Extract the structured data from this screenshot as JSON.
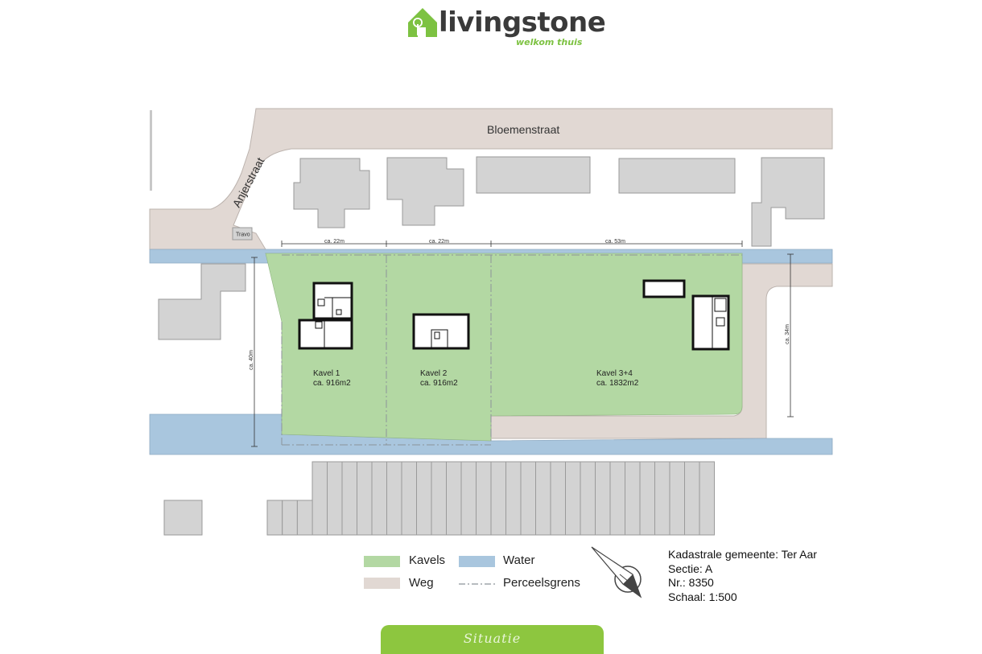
{
  "brand": {
    "name": "livingstone",
    "tagline": "welkom thuis",
    "color": "#7dc242"
  },
  "map": {
    "streets": {
      "north": "Bloemenstraat",
      "west": "Anjerstraat"
    },
    "travo_label": "Travo",
    "dimensions": {
      "kavel1_width": "ca. 22m",
      "kavel2_width": "ca. 22m",
      "kavel34_width": "ca. 53m",
      "depth_left": "ca. 40m",
      "depth_right": "ca. 34m"
    },
    "plots": [
      {
        "name": "Kavel 1",
        "area": "ca. 916m2"
      },
      {
        "name": "Kavel 2",
        "area": "ca. 916m2"
      },
      {
        "name": "Kavel 3+4",
        "area": "ca. 1832m2"
      }
    ],
    "colors": {
      "kavels": "#b3d8a3",
      "water": "#a9c6de",
      "weg": "#e1d8d3",
      "building": "#d3d3d3"
    }
  },
  "legend": {
    "kavels": "Kavels",
    "water": "Water",
    "weg": "Weg",
    "perceelsgrens": "Perceelsgrens"
  },
  "cadastral": {
    "municipality": "Kadastrale gemeente: Ter Aar",
    "section": "Sectie: A",
    "number": "Nr.: 8350",
    "scale": "Schaal: 1:500"
  },
  "footer": {
    "tab_label": "Situatie"
  }
}
